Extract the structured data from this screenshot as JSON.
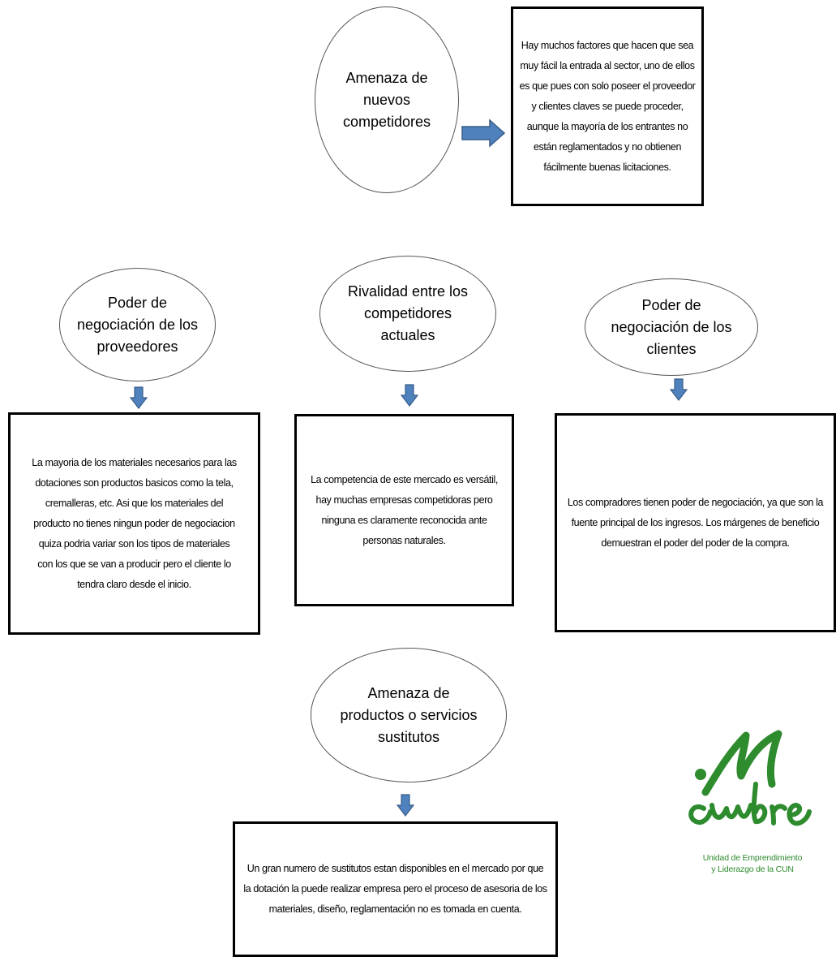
{
  "nodes": {
    "new_competitors": {
      "title": "Amenaza de\nnuevos\ncompetidores",
      "description": "Hay muchos factores que hacen que sea\nmuy fácil la entrada al sector, uno de ellos\nes que pues con solo poseer el proveedor\ny clientes claves se puede proceder,\naunque la mayoría de los entrantes no\nestán reglamentados y no obtienen\nfácilmente buenas licitaciones."
    },
    "suppliers": {
      "title": "Poder de\nnegociación de los\nproveedores",
      "description": "La mayoria de los materiales necesarios para las\ndotaciones son productos basicos como la tela,\ncremalleras, etc. Asi que los materiales del\nproducto no tienes ningun poder de negociacion\nquiza podria variar son los tipos de materiales\ncon los que se van a producir pero el cliente lo\ntendra claro desde el inicio."
    },
    "rivalry": {
      "title": "Rivalidad entre los\ncompetidores\nactuales",
      "description": "La competencia de este mercado es versátil,\nhay muchas empresas competidoras pero\nninguna es claramente reconocida ante\npersonas naturales."
    },
    "clients": {
      "title": "Poder de\nnegociación de los\nclientes",
      "description": "Los compradores tienen poder de negociación, ya que son la\nfuente principal de los ingresos. Los márgenes de beneficio\ndemuestran el poder del poder de la compra."
    },
    "substitutes": {
      "title": "Amenaza de\nproductos o servicios\nsustitutos",
      "description": "Un gran numero de sustitutos estan disponibles en el mercado por que\nla dotación la puede realizar empresa pero el proceso de asesoria de los\nmateriales, diseño, reglamentación no es tomada en cuenta."
    }
  },
  "logo": {
    "wordmark": "cunbre",
    "subtitle": "Unidad de Emprendimiento\ny Liderazgo de la CUN"
  },
  "colors": {
    "arrow_fill": "#4f81bd",
    "arrow_stroke": "#385d8a",
    "logo_green": "#2e8b2e"
  }
}
